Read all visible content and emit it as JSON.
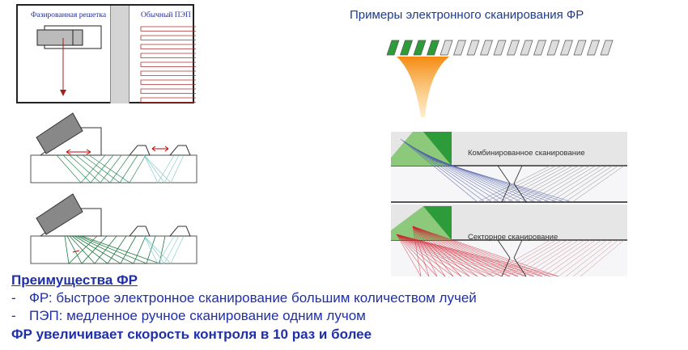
{
  "title": "Примеры электронного сканирования ФР",
  "scheme": {
    "phased_array_label": "Фазированная решетка",
    "conventional_label": "Обычный ПЭП"
  },
  "panels": {
    "combined_label": "Комбинированное сканирование",
    "sector_label": "Секторное сканирование"
  },
  "advantages": {
    "heading": "Преимущества ФР",
    "items": [
      {
        "bullet": "-",
        "text": "ФР: быстрое электронное сканирование большим количеством лучей"
      },
      {
        "bullet": "-",
        "text": "ПЭП: медленное ручное сканирование одним лучом"
      }
    ],
    "conclusion": "ФР увеличивает скорость контроля в 10 раз и более"
  },
  "colors": {
    "text": "#1f2fa8",
    "active_element": "#2e9b3a",
    "beam_blue": "#4a5aa8",
    "beam_red": "#d02030",
    "arrow": "#b22222",
    "cone": "#f5a020"
  }
}
